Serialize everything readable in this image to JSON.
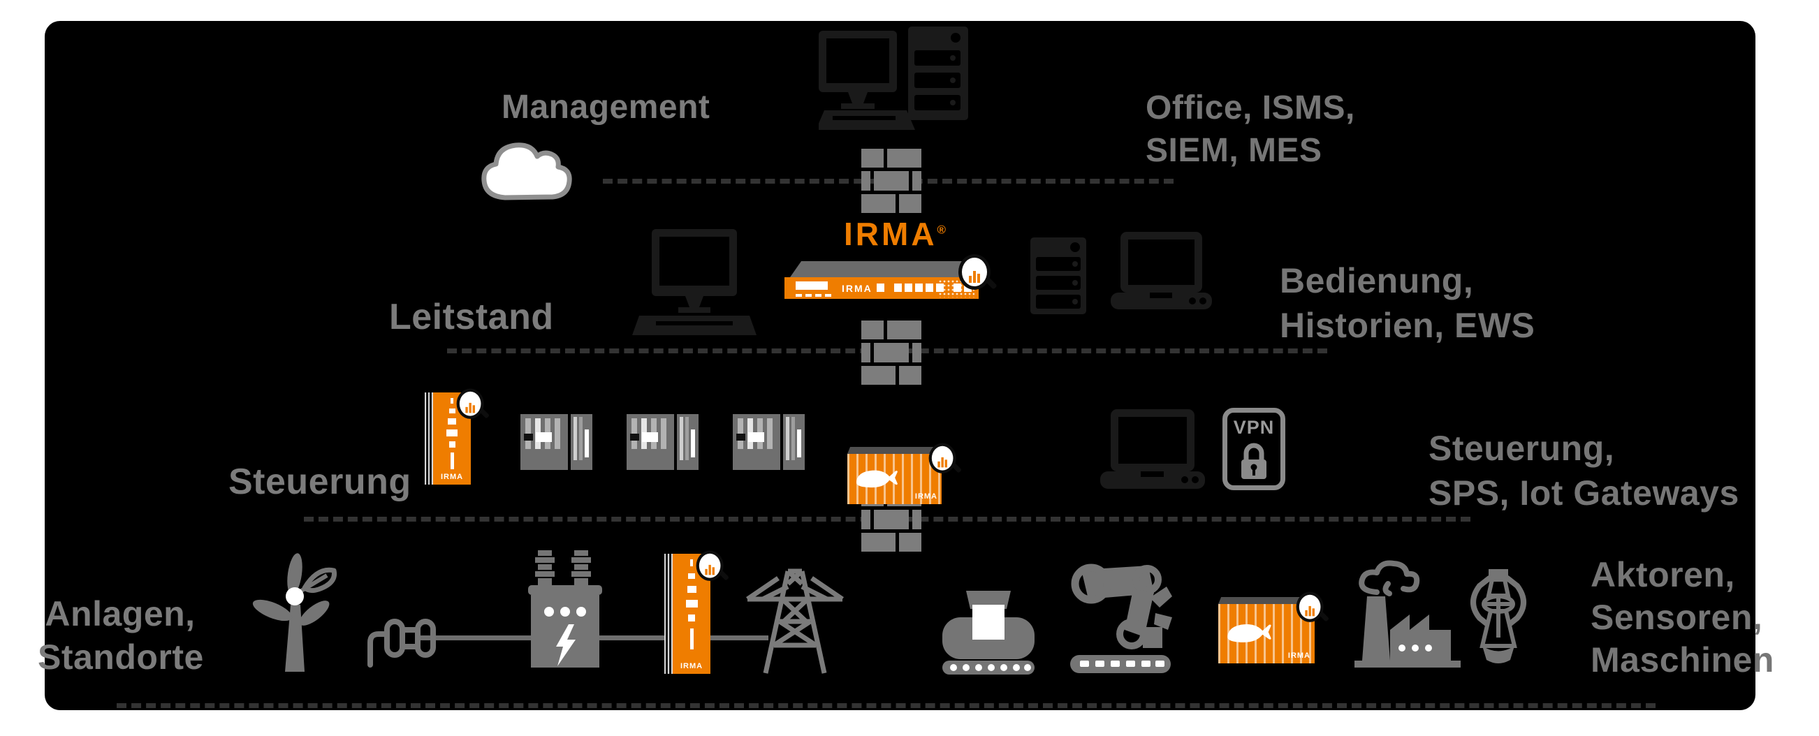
{
  "page": {
    "background": "#ffffff"
  },
  "board": {
    "background": "#000000",
    "shape": "rounded-rectangle"
  },
  "colors": {
    "accent_orange": "#ef7d00",
    "label_gray": "#7c7c7c",
    "icon_gray": "#757575",
    "dark_icon": "#1a1a1a",
    "dash_gray": "#333333",
    "brick_gray": "#7d7d7d",
    "cloud_fill": "#ffffff"
  },
  "layers": {
    "management": {
      "label": "Management",
      "right_line1": "Office, ISMS,",
      "right_line2": "SIEM, MES"
    },
    "leitstand": {
      "label": "Leitstand",
      "right_line1": "Bedienung,",
      "right_line2": "Historien, EWS"
    },
    "steuerung": {
      "label": "Steuerung",
      "right_line1": "Steuerung,",
      "right_line2": "SPS, Iot Gateways"
    },
    "anlagen": {
      "label_line1": "Anlagen,",
      "label_line2": "Standorte",
      "right_line1": "Aktoren,",
      "right_line2": "Sensoren,",
      "right_line3": "Maschinen"
    }
  },
  "brand": {
    "logo_text": "IRMA",
    "registered_mark": "®",
    "appliance_label": "IRMA",
    "steuerung_appliance_label": "IRMA",
    "anlagen_appliance_label": "IRMA",
    "container_label_steuerung": "IRMA",
    "container_label_anlagen": "IRMA"
  },
  "vpn": {
    "label": "VPN"
  },
  "icons": [
    "cloud-icon",
    "workstation-with-server-icon",
    "firewall-icon",
    "desktop-computer-icon",
    "server-icon",
    "laptop-icon",
    "magnifier-analysis-icon",
    "plc-icon",
    "docker-container-icon",
    "whale-icon",
    "vpn-lock-icon",
    "wind-turbine-icon",
    "insulator-icon",
    "transformer-icon",
    "transmission-tower-icon",
    "conveyor-machine-icon",
    "robot-arm-icon",
    "factory-icon",
    "bottling-machine-icon"
  ]
}
